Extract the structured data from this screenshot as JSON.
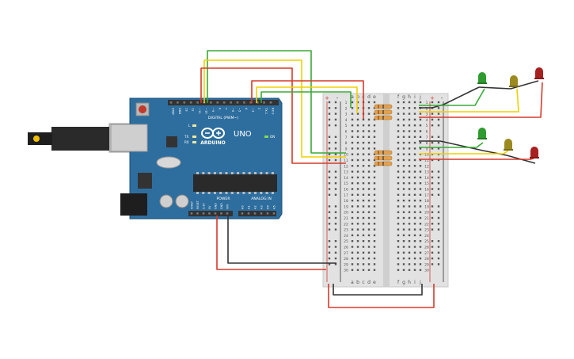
{
  "arduino": {
    "digital_label": "DIGITAL (PWM~)",
    "brand": "ARDUINO",
    "model": "UNO",
    "power_label": "POWER",
    "analog_label": "ANALOG IN",
    "on_label": "ON",
    "l_label": "L",
    "tx_label": "TX",
    "rx_label": "RX",
    "pin_labels_digital": [
      "AREF",
      "GND",
      "13",
      "12",
      "~11",
      "~10",
      "~9",
      "8",
      "7",
      "~6",
      "~5",
      "4",
      "~3",
      "2",
      "TX 1",
      "RX 0"
    ],
    "pin_labels_power": [
      "IOREF",
      "RESET",
      "3.3V",
      "5V",
      "GND",
      "GND",
      "VIN"
    ],
    "pin_labels_analog": [
      "A0",
      "A1",
      "A2",
      "A3",
      "A4",
      "A5"
    ],
    "colors": {
      "board": "#2e6e9e",
      "header": "#333333"
    }
  },
  "breadboard": {
    "col_letters_left": [
      "a",
      "b",
      "c",
      "d",
      "e"
    ],
    "col_letters_right": [
      "f",
      "g",
      "h",
      "i",
      "j"
    ],
    "rail_plus": "+",
    "rail_minus": "-",
    "rows": 30
  },
  "wire_colors": {
    "red": "#d63a2a",
    "yellow": "#f0d000",
    "green": "#3aaa35",
    "black": "#333333"
  },
  "led_colors": {
    "green": "#2f9a2f",
    "yellow": "#9a8a20",
    "red": "#a82020"
  },
  "resistor_color": "#e0a050"
}
